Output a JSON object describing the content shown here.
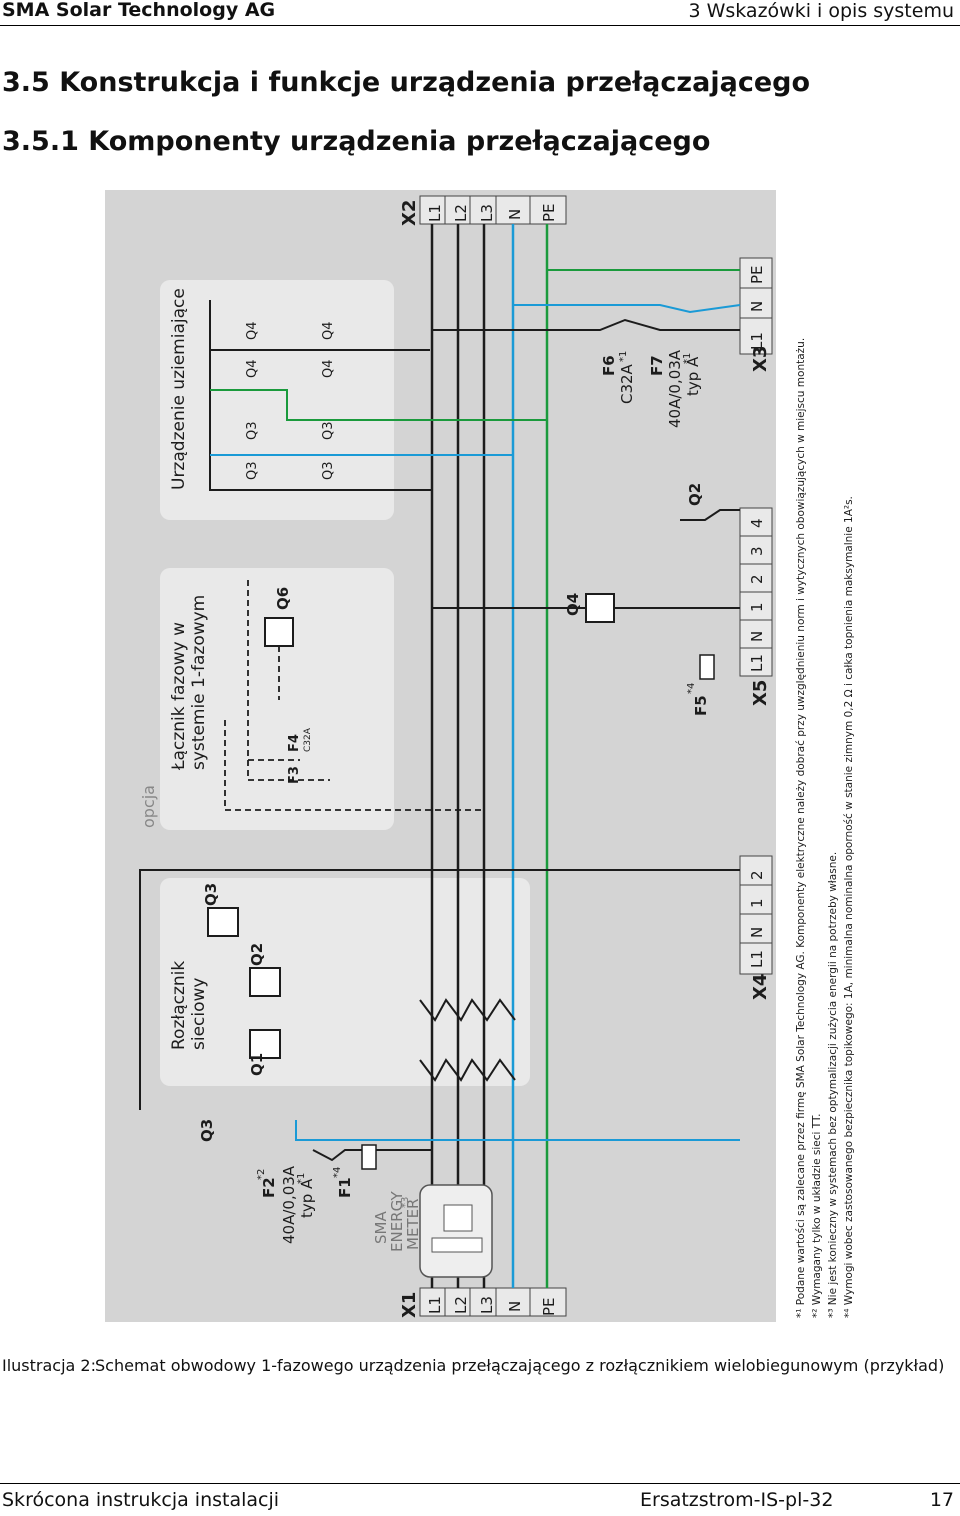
{
  "header": {
    "company": "SMA Solar Technology AG",
    "chapter": "3  Wskazówki i opis systemu"
  },
  "section": {
    "title": "3.5   Konstrukcja i funkcje urządzenia przełączającego",
    "subtitle": "3.5.1   Komponenty urządzenia przełączającego"
  },
  "diagram": {
    "terminals": {
      "x1": "X1",
      "x2": "X2",
      "x3": "X3",
      "x4": "X4",
      "x5": "X5",
      "l1": "L1",
      "l2": "L2",
      "l3": "L3",
      "n": "N",
      "pe": "PE",
      "one": "1",
      "two": "2",
      "three": "3",
      "four": "4"
    },
    "boxes": {
      "grounding": "Urządzenie uziemiające",
      "phase_line1": "Łącznik fazowy w",
      "phase_line2": "systemie 1-fazowym",
      "opcja": "opcja",
      "mains_line1": "Rozłącznik",
      "mains_line2": "sieciowy"
    },
    "components": {
      "q1": "Q1",
      "q2": "Q2",
      "q3": "Q3",
      "q4": "Q4",
      "q6": "Q6",
      "f1": "F1",
      "f2": "F2",
      "f3": "F3",
      "f4": "F4",
      "f5": "F5",
      "f6": "F6",
      "f7": "F7",
      "sup1": "*1",
      "sup2": "*2",
      "sup3": "*3",
      "sup4": "*4",
      "f2_rating": "40A/0,03A",
      "f2_type": "typ A",
      "f4_rating": "C32A",
      "f6_rating": "C32A",
      "f7_rating": "40A/0,03A",
      "f7_type": "typ A",
      "meter_sma": "SMA",
      "meter_energy": "ENERGY",
      "meter_meter": "METER"
    },
    "footnotes": {
      "n1": "*¹ Podane wartości są zalecane przez firmę SMA Solar Technology AG. Komponenty elektryczne należy dobrać przy uwzględnieniu norm i wytycznych obowiązujących w miejscu montażu.",
      "n2": "*² Wymagany tylko w układzie sieci TT.",
      "n3": "*³ Nie jest konieczny w systemach bez optymalizacji zużycia energii na potrzeby własne.",
      "n4": "*⁴ Wymogi wobec zastosowanego bezpiecznika topikowego: 1A, minimalna nominalna oporność w stanie zimnym 0,2 Ω i całka topnienia maksymalnie 1A²s."
    },
    "colors": {
      "background": "#d4d4d4",
      "box": "#e9e9e9",
      "blue": "#1a9ad6",
      "green": "#1a9a3c",
      "black": "#1c1c1c"
    }
  },
  "caption": {
    "label": "Ilustracja 2:",
    "text": "Schemat obwodowy 1-fazowego urządzenia przełączającego z rozłącznikiem wielobiegunowym (przykład)"
  },
  "footer": {
    "left": "Skrócona instrukcja instalacji",
    "doc": "Ersatzstrom-IS-pl-32",
    "page": "17"
  }
}
